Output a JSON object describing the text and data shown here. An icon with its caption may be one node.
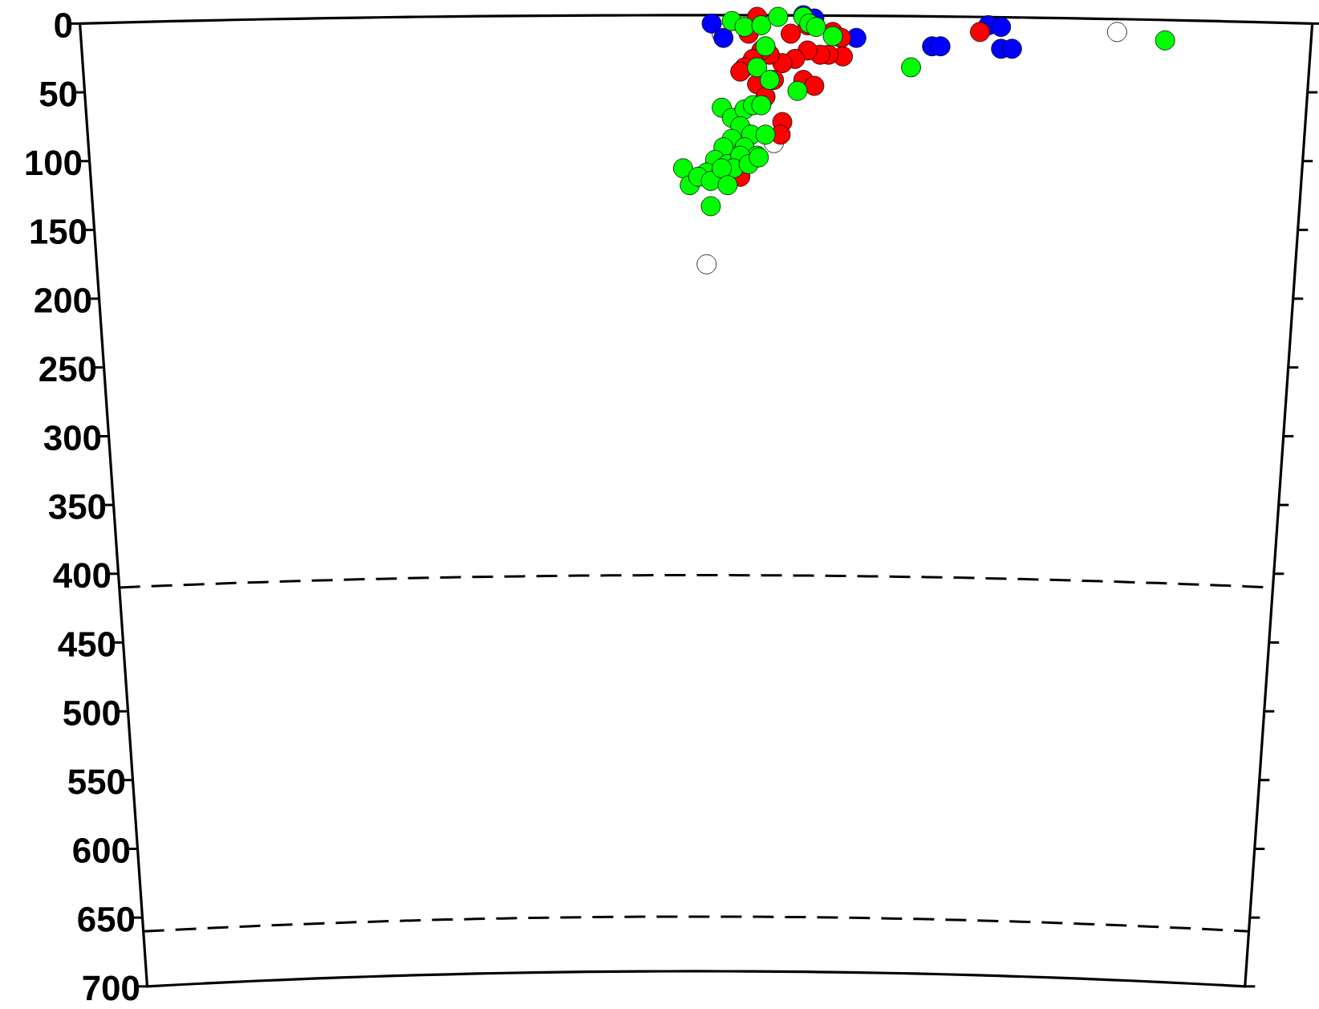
{
  "diagram": {
    "labels": [
      "0",
      "50",
      "100",
      "150",
      "200",
      "250",
      "300",
      "350",
      "400",
      "450",
      "500",
      "550",
      "600",
      "650",
      "700"
    ]
  }
}
